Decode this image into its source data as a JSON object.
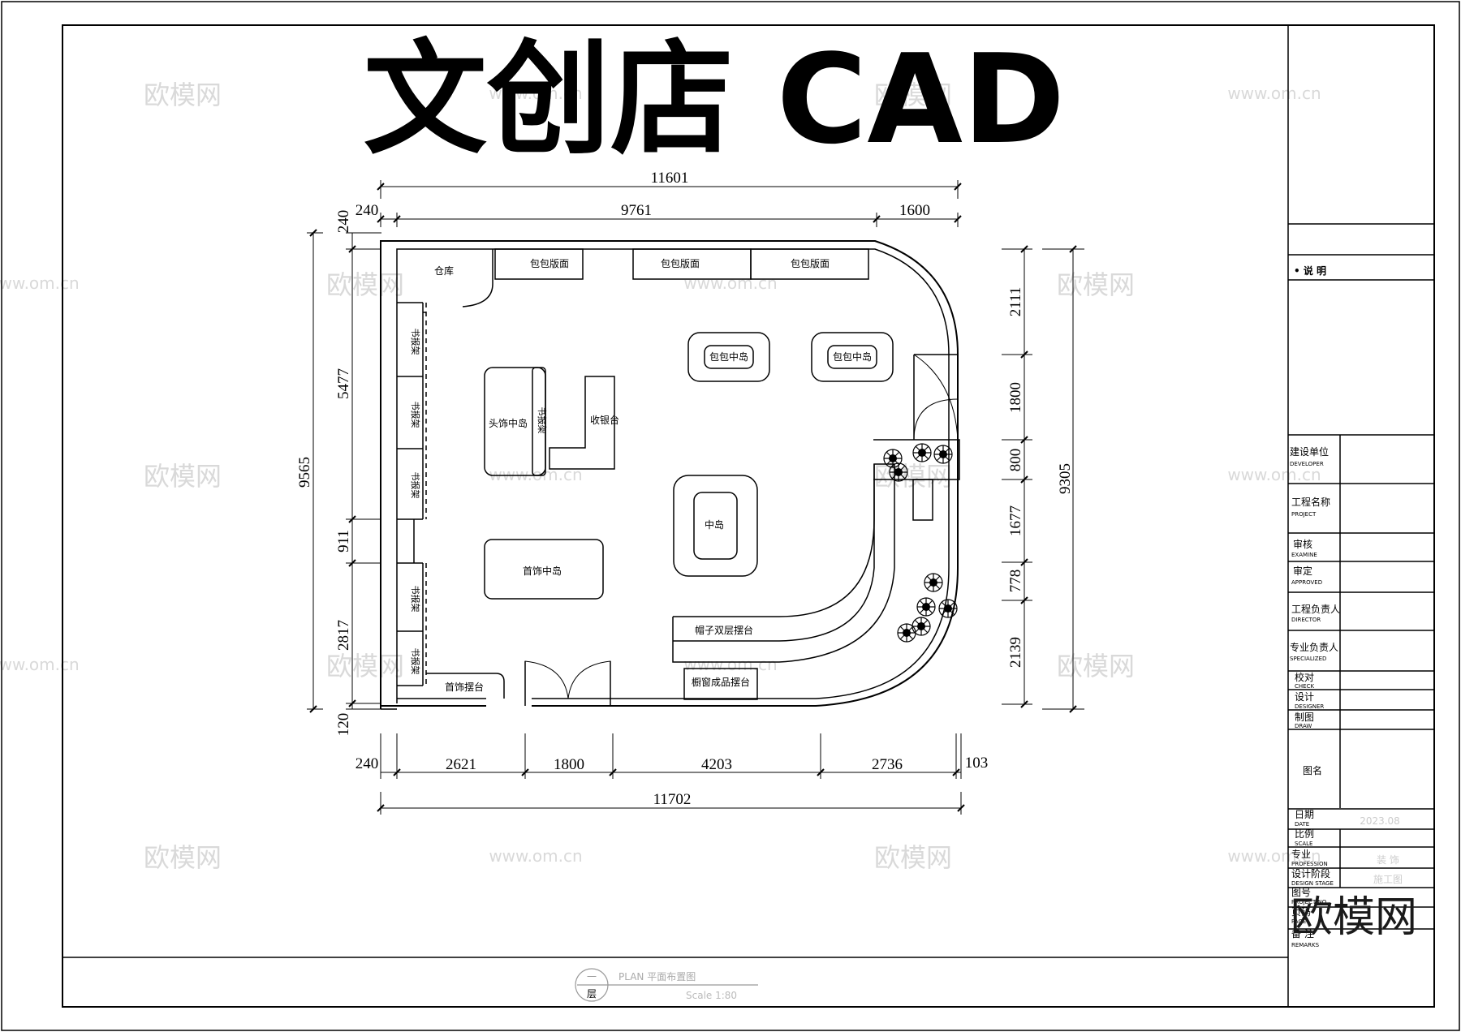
{
  "title": "文创店 CAD",
  "watermark": "欧模网",
  "watermark_url": "www.om.cn",
  "dimensions": {
    "top_total": "11601",
    "top_left_wall": "240",
    "top_main": "9761",
    "top_right": "1600",
    "left_total": "9565",
    "left_top_wall": "240",
    "left_upper": "5477",
    "left_door": "911",
    "left_lower": "2817",
    "left_bottom_wall": "120",
    "right_total": "9305",
    "right_1": "2111",
    "right_2": "1800",
    "right_3": "800",
    "right_4": "1677",
    "right_5": "778",
    "right_6": "2139",
    "bottom_wall": "240",
    "bottom_1": "2621",
    "bottom_2": "1800",
    "bottom_3": "4203",
    "bottom_4": "2736",
    "bottom_5": "103",
    "bottom_total": "11702"
  },
  "rooms": {
    "storage": "仓库",
    "bag_panel": "包包版面",
    "bag_island": "包包中岛",
    "hair_island": "头饰中岛",
    "cashier": "收银台",
    "center_island": "中岛",
    "jewelry_island": "首饰中岛",
    "hat_counter": "帽子双层摆台",
    "window_counter": "橱窗成品摆台",
    "jewelry_counter": "首饰摆台",
    "shelf_label": "书报架"
  },
  "title_block": {
    "notes": "• 说 明",
    "rows": [
      {
        "cn": "建设单位",
        "en": "DEVELOPER",
        "value": ""
      },
      {
        "cn": "工程名称",
        "en": "PROJECT",
        "value": ""
      },
      {
        "cn": "审核",
        "en": "EXAMINE",
        "value": ""
      },
      {
        "cn": "审定",
        "en": "APPROVED",
        "value": ""
      },
      {
        "cn": "工程负责人",
        "en": "DIRECTOR",
        "value": ""
      },
      {
        "cn": "专业负责人",
        "en": "SPECIALIZED",
        "value": ""
      },
      {
        "cn": "校对",
        "en": "CHECK",
        "value": ""
      },
      {
        "cn": "设计",
        "en": "DESIGNER",
        "value": ""
      },
      {
        "cn": "制图",
        "en": "DRAW",
        "value": ""
      },
      {
        "cn": "图名",
        "en": "",
        "value": ""
      },
      {
        "cn": "日期",
        "en": "DATE",
        "value": "2023.08"
      },
      {
        "cn": "比例",
        "en": "SCALE",
        "value": ""
      },
      {
        "cn": "专业",
        "en": "PROFESSION",
        "value": "装 饰"
      },
      {
        "cn": "设计阶段",
        "en": "DESIGN STAGE",
        "value": "施工图"
      },
      {
        "cn": "图号",
        "en": "PROJECT NO",
        "value": ""
      },
      {
        "cn": "页码",
        "en": "PAGE",
        "value": ""
      },
      {
        "cn": "备 注",
        "en": "REMARKS",
        "value": ""
      }
    ]
  },
  "plan_label": {
    "number": "一",
    "floor": "层",
    "name": "PLAN 平面布置图",
    "scale": "Scale 1:80"
  }
}
